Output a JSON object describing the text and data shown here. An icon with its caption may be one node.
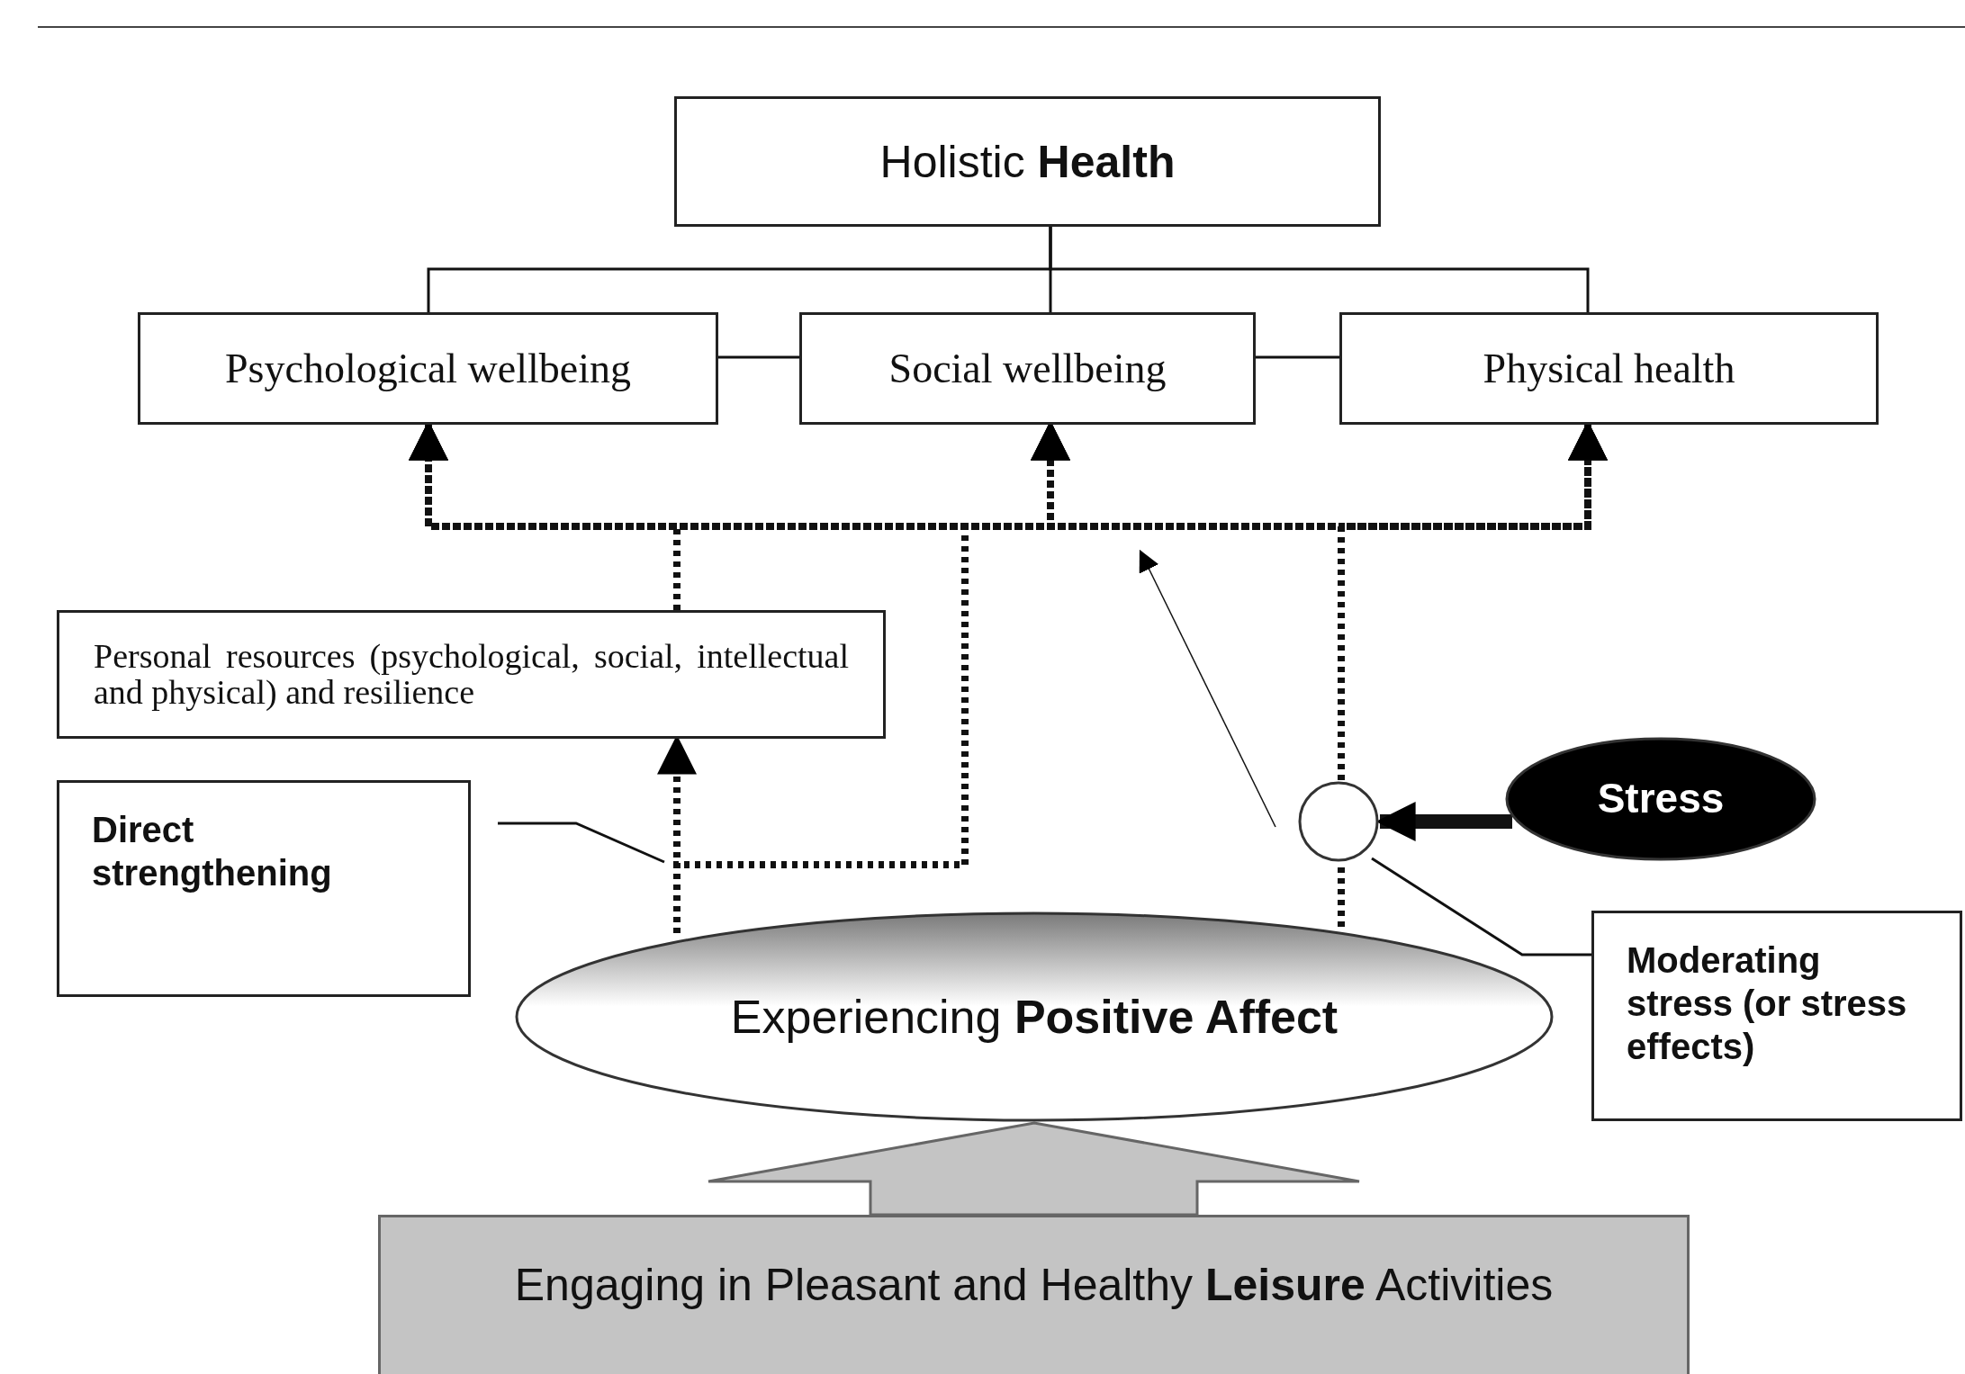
{
  "diagram": {
    "nodes": [
      {
        "text": [
          "Holistic **Health**"
        ]
      },
      {
        "text": [
          "Psychological wellbeing"
        ]
      },
      {
        "text": [
          "Social wellbeing"
        ]
      },
      {
        "text": [
          "Physical health"
        ]
      },
      {
        "text": [
          "Personal resources (psychological, social, intellectual and physical) and resilience"
        ]
      },
      {
        "text": [
          "Direct strengthening"
        ]
      },
      {
        "text": [
          "Stress"
        ]
      },
      {
        "text": [],
        "shape": "circle"
      },
      {
        "text": [
          "Moderating stress (or stress effects)"
        ]
      },
      {
        "text": [
          "Experiencing **Positive Affect**"
        ]
      },
      {
        "text": [
          "Engaging in Pleasant and Healthy **Leisure** Activities"
        ]
      }
    ],
    "edges": [
      {
        "from": 0,
        "to": 1,
        "arrow": "none"
      },
      {
        "from": 0,
        "to": 2,
        "arrow": "none"
      },
      {
        "from": 0,
        "to": 3,
        "arrow": "none"
      },
      {
        "from": 1,
        "to": 2,
        "arrow": "none"
      },
      {
        "from": 2,
        "to": 3,
        "arrow": "none"
      },
      {
        "from": 9,
        "to": 4,
        "arrow": "to",
        "style": "dashed"
      },
      {
        "from": 4,
        "to": 1,
        "arrow": "to",
        "style": "dashed"
      },
      {
        "from": 4,
        "to": 2,
        "arrow": "to",
        "style": "dashed"
      },
      {
        "from": 4,
        "to": 3,
        "arrow": "to",
        "style": "dashed"
      },
      {
        "from": 9,
        "to": 1,
        "arrow": "to",
        "style": "dashed"
      },
      {
        "from": 9,
        "to": 2,
        "arrow": "to",
        "style": "dashed"
      },
      {
        "from": 9,
        "to": 3,
        "arrow": "to",
        "style": "dashed"
      },
      {
        "from": 7,
        "to": 1,
        "arrow": "to",
        "style": "dashed"
      },
      {
        "from": 7,
        "to": 2,
        "arrow": "to",
        "style": "dashed"
      },
      {
        "from": 7,
        "to": 3,
        "arrow": "to",
        "style": "dashed"
      },
      {
        "from": 9,
        "to": 7,
        "arrow": "none",
        "style": "dashed"
      },
      {
        "from": 6,
        "to": 7,
        "arrow": "to",
        "style": "thick"
      },
      {
        "from": 5,
        "to": null,
        "arrow": "none"
      },
      {
        "from": 8,
        "to": 7,
        "arrow": "none"
      },
      {
        "from": 7,
        "to": null,
        "arrow": "to"
      },
      {
        "from": 10,
        "to": 9,
        "arrow": "to",
        "style": "thick"
      }
    ]
  }
}
